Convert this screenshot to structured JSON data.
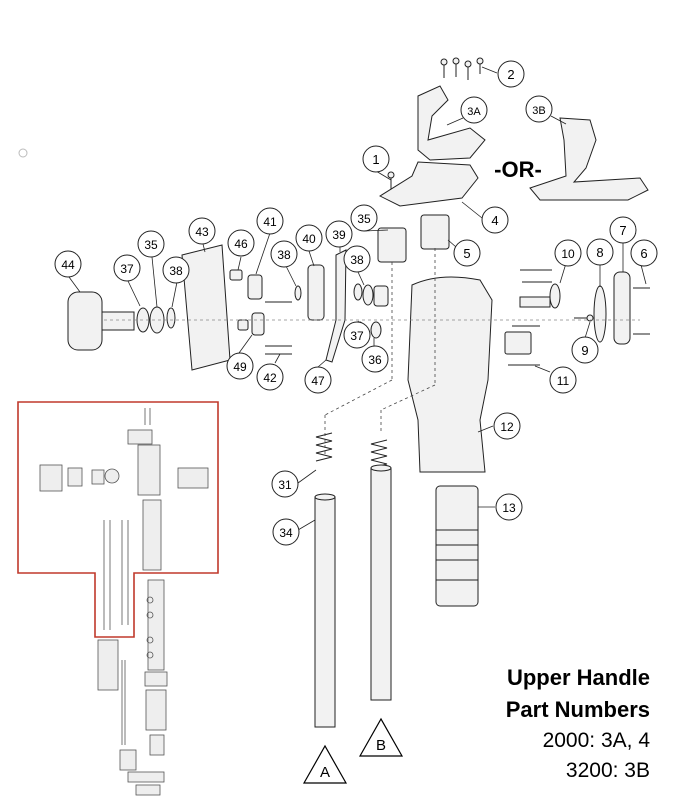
{
  "callouts": {
    "c1": "1",
    "c2": "2",
    "c3a": "3A",
    "c3b": "3B",
    "c4": "4",
    "c5": "5",
    "c6": "6",
    "c7": "7",
    "c8": "8",
    "c9": "9",
    "c10": "10",
    "c11": "11",
    "c12": "12",
    "c13": "13",
    "c31": "31",
    "c34": "34",
    "c35a": "35",
    "c35b": "35",
    "c36": "36",
    "c37a": "37",
    "c37b": "37",
    "c38a": "38",
    "c38b": "38",
    "c38c": "38",
    "c39": "39",
    "c40": "40",
    "c41": "41",
    "c42": "42",
    "c43": "43",
    "c44": "44",
    "c46": "46",
    "c47": "47",
    "c49": "49"
  },
  "or_label": "-OR-",
  "markers": {
    "a": "A",
    "b": "B"
  },
  "caption": {
    "title_line1": "Upper Handle",
    "title_line2": "Part Numbers",
    "line1": "2000: 3A, 4",
    "line2": "3200: 3B"
  },
  "colors": {
    "highlight_box": "#c0392b",
    "line": "#222222",
    "part_fill": "#f2f2f2",
    "part_shade": "#d9d9d9"
  }
}
